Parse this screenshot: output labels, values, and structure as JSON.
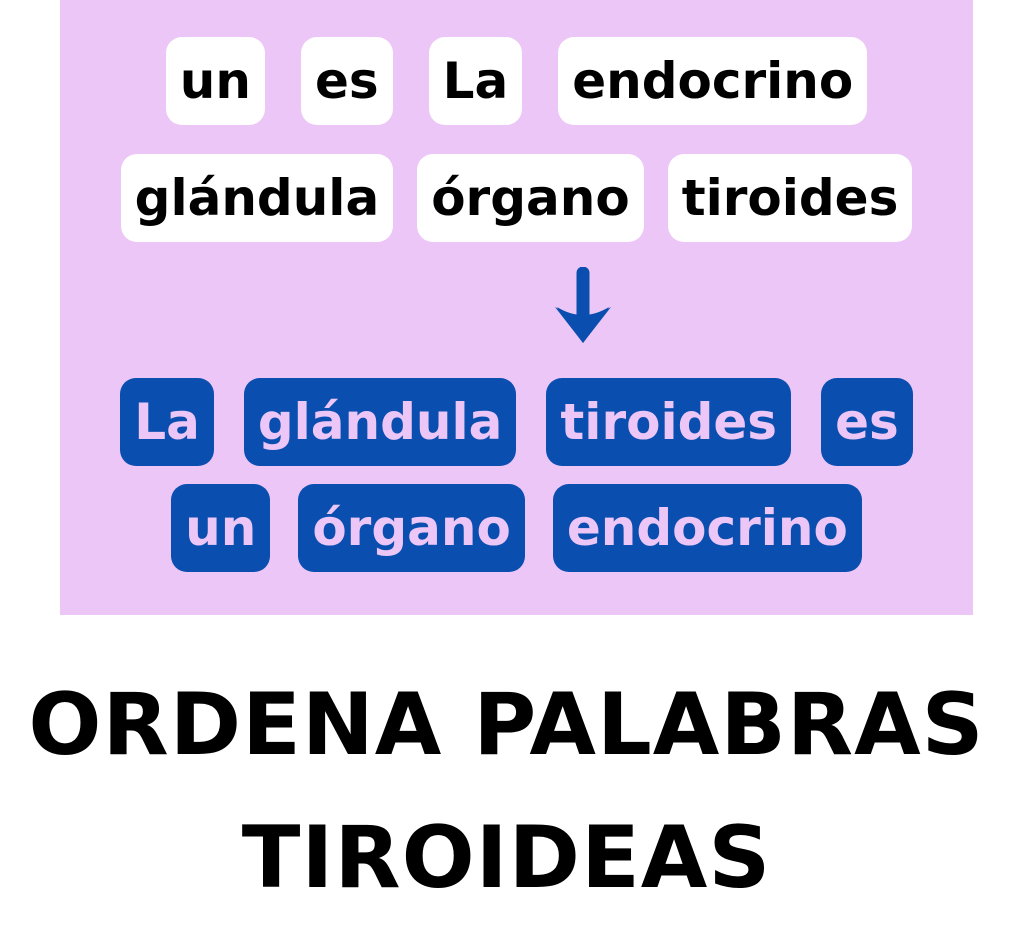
{
  "colors": {
    "panel_background": "#ecc6f6",
    "scrambled_tile_background": "#ffffff",
    "scrambled_tile_text": "#000000",
    "ordered_tile_background": "#0a4fb0",
    "ordered_tile_text": "#ecc6f6",
    "arrow": "#0a4fb0",
    "title_text": "#000000"
  },
  "scrambled_words": {
    "row1": [
      "un",
      "es",
      "La",
      "endocrino"
    ],
    "row2": [
      "glándula",
      "órgano",
      "tiroides"
    ]
  },
  "arrow_icon": "arrow-down-icon",
  "ordered_words": {
    "row1": [
      "La",
      "glándula",
      "tiroides",
      "es"
    ],
    "row2": [
      "un",
      "órgano",
      "endocrino"
    ]
  },
  "title": {
    "line1": "ORDENA PALABRAS",
    "line2": "TIROIDEAS"
  }
}
